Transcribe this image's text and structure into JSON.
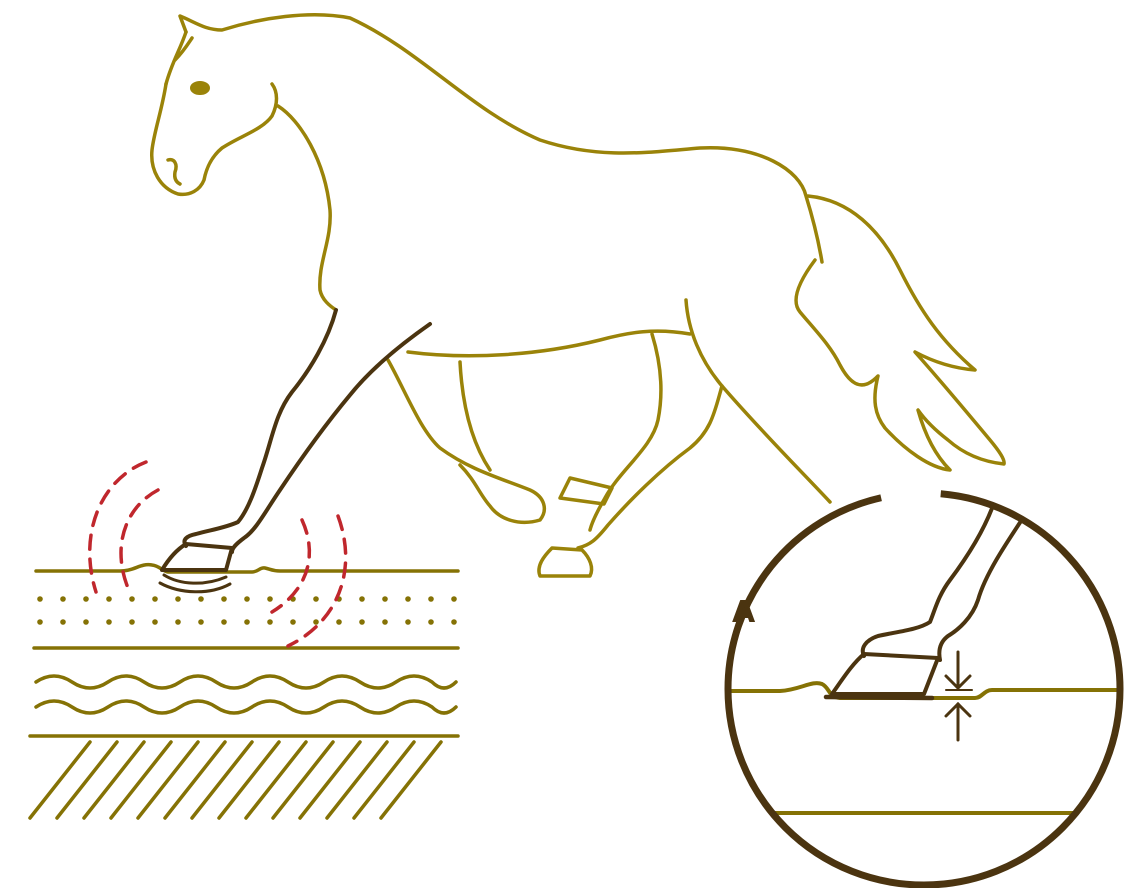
{
  "colors": {
    "horse_outline": "#9a8309",
    "leading_leg": "#4b3410",
    "ground": "#857205",
    "shock_waves": "#c0272d",
    "inset_frame": "#4b3410",
    "background": "#ffffff"
  },
  "icons": {
    "horse": "trotting-horse-outline",
    "ground_layers": "soil-strata",
    "shock_waves": "impact-waves",
    "inset": "magnified-hoof-detail",
    "arrows": "compression-arrows"
  },
  "inset": {
    "label": "A"
  }
}
